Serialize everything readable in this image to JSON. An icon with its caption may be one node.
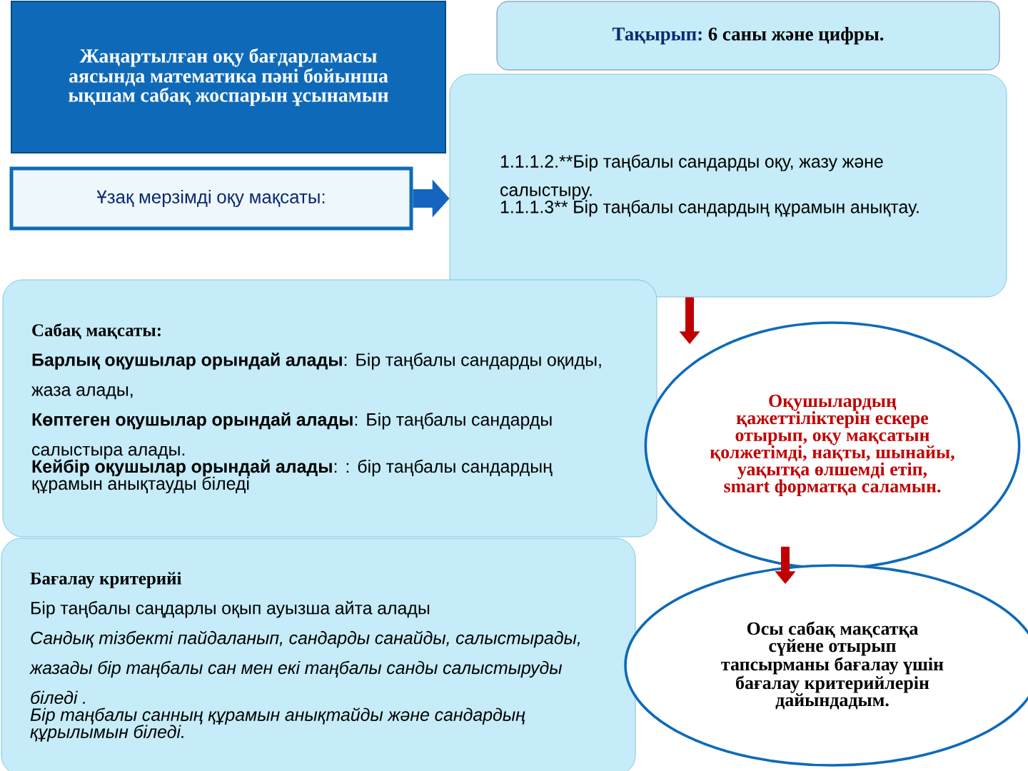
{
  "diagram": {
    "nodes": [
      {
        "text": [
          "Жаңартылған оқу бағдарламасы аясында математика пәні бойынша ықшам сабақ жоспарын ұсынамын"
        ]
      },
      {
        "text": [
          "Тақырып:",
          "6 саны  және  цифры."
        ]
      },
      {
        "text": [
          "Ұзақ мерзімді оқу мақсаты:"
        ]
      },
      {
        "text": [
          "1.1.1.2.**Бір таңбалы сандарды оқу, жазу және салыстыру.",
          "1.1.1.3** Бір таңбалы сандардың құрамын анықтау."
        ]
      },
      {
        "text": [
          "Сабақ мақсаты:",
          "**Барлық оқушылар орындай алады**: Бір таңбалы сандарды оқиды, жаза алады,",
          "**Көптеген оқушылар орындай алады**: Бір таңбалы сандарды салыстыра алады.",
          "**Кейбір оқушылар орындай алады**: : бір таңбалы сандардың құрамын анықтауды біледі"
        ]
      },
      {
        "text": [
          "Бағалау критерийі",
          "Бір таңбалы саңдарлы оқып ауызша айта алады",
          "Сандық тізбекті пайдаланып, сандарды санайды, салыстырады, жазады бір таңбалы сан мен екі таңбалы санды салыстыруды біледі .",
          "Бір таңбалы санның құрамын анықтайды және сандардың құрылымын біледі."
        ]
      },
      {
        "text": [
          "Оқушылардың қажеттіліктерін ескере отырып, оқу мақсатын қолжетімді, нақты, шынайы, уақытқа өлшемді етіп, smart форматқа саламын."
        ]
      },
      {
        "text": [
          "Осы сабақ мақсатқа сүйене отырып тапсырманы бағалау үшін бағалау критерийлерін дайындадым."
        ]
      }
    ],
    "edges": [
      {
        "from": 2,
        "to": 3,
        "arrow": "to",
        "style": "thick",
        "color": "#1565c0"
      },
      {
        "from": 3,
        "to": 6,
        "arrow": "to"
      },
      {
        "from": 6,
        "to": 7,
        "arrow": "to"
      }
    ]
  }
}
